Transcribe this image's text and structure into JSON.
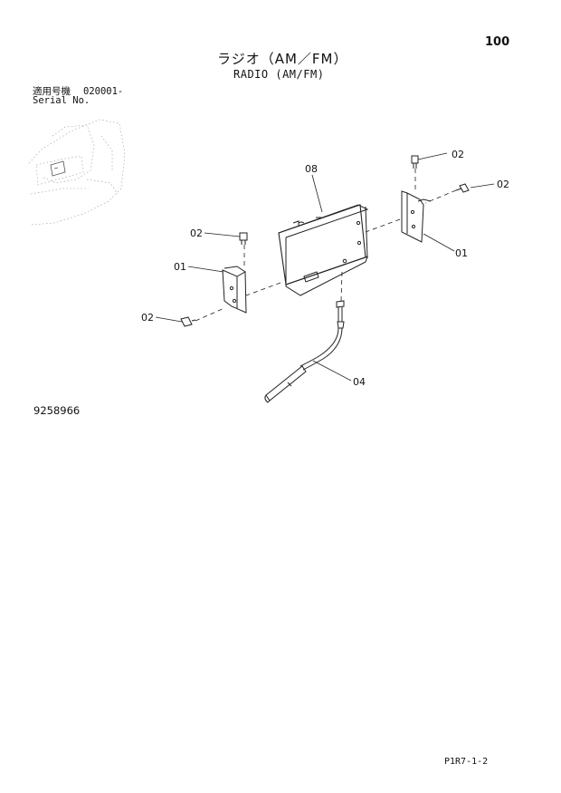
{
  "page_number": "100",
  "title_jp": "ラジオ（AM／FM）",
  "title_en": "RADIO (AM/FM)",
  "serial": {
    "label_jp": "適用号機",
    "number": "020001-",
    "label_en": "Serial No."
  },
  "drawing_number": "9258966",
  "sheet_code": "P1R7-1-2",
  "callouts": {
    "c02_top": "02",
    "c02_right": "02",
    "c08": "08",
    "c01_right": "01",
    "c02_left": "02",
    "c01_left": "01",
    "c02_bottom": "02",
    "c04": "04"
  }
}
